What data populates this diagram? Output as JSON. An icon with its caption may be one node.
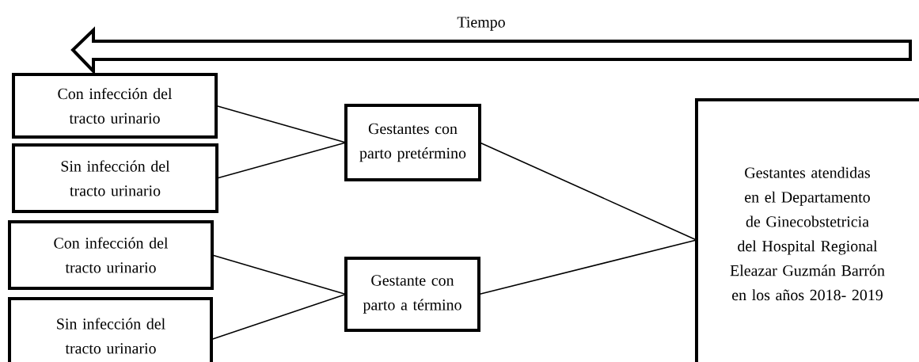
{
  "diagram": {
    "nodes": [
      {
        "text": [
          "Con infección del tracto urinario"
        ]
      },
      {
        "text": [
          "Sin infección del tracto urinario"
        ]
      },
      {
        "text": [
          "Gestantes con parto pretérmino"
        ]
      },
      {
        "text": [
          "Con infección del tracto urinario"
        ]
      },
      {
        "text": [
          "Sin infección del tracto urinario"
        ]
      },
      {
        "text": [
          "Gestante con parto a término"
        ]
      },
      {
        "text": [
          "Gestantes atendidas en el Departamento de Ginecobstetricia del Hospital Regional Eleazar Guzmán Barrón en los años 2018- 2019"
        ]
      }
    ],
    "edges": [
      {
        "from": 6,
        "to": 2,
        "arrow": "none"
      },
      {
        "from": 6,
        "to": 5,
        "arrow": "none"
      },
      {
        "from": 2,
        "to": 0,
        "arrow": "none"
      },
      {
        "from": 2,
        "to": 1,
        "arrow": "none"
      },
      {
        "from": 5,
        "to": 3,
        "arrow": "none"
      },
      {
        "from": 5,
        "to": 4,
        "arrow": "none"
      }
    ],
    "labels": [
      "Tiempo"
    ]
  }
}
